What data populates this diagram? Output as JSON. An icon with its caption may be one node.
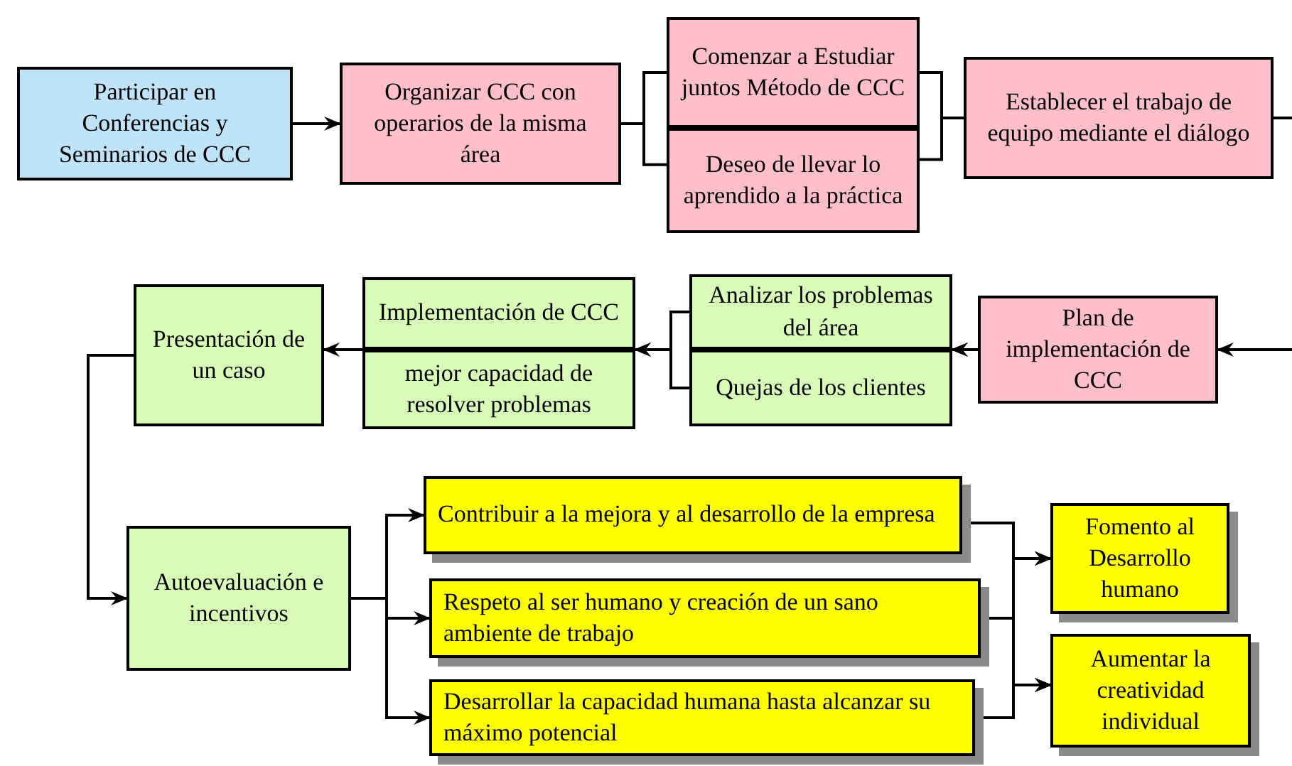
{
  "diagram": {
    "nodes": [
      {
        "text": [
          "Participar en Conferencias y Seminarios de CCC"
        ]
      },
      {
        "text": [
          "Organizar CCC con operarios de la misma área"
        ]
      },
      {
        "text": [
          "Comenzar a Estudiar juntos Método de CCC"
        ]
      },
      {
        "text": [
          "Deseo de llevar lo aprendido a la práctica"
        ]
      },
      {
        "text": [
          "Establecer el trabajo de equipo mediante el diálogo"
        ]
      },
      {
        "text": [
          "Plan de implementación de CCC"
        ]
      },
      {
        "text": [
          "Analizar los problemas del área"
        ]
      },
      {
        "text": [
          "Quejas de los clientes"
        ]
      },
      {
        "text": [
          "Implementación de CCC"
        ]
      },
      {
        "text": [
          "mejor capacidad de resolver problemas"
        ]
      },
      {
        "text": [
          "Presentación de un caso"
        ]
      },
      {
        "text": [
          "Autoevaluación e incentivos"
        ]
      },
      {
        "text": [
          "Contribuir a la mejora y al desarrollo de la empresa"
        ]
      },
      {
        "text": [
          "Respeto al ser humano y creación de un sano ambiente de trabajo"
        ]
      },
      {
        "text": [
          "Desarrollar la capacidad humana hasta alcanzar su máximo potencial"
        ]
      },
      {
        "text": [
          "Fomento al Desarrollo humano"
        ]
      },
      {
        "text": [
          "Aumentar la creatividad individual"
        ]
      }
    ],
    "edges": [
      {
        "from": 0,
        "to": 1,
        "arrow": "to"
      },
      {
        "from": 1,
        "to": 2,
        "arrow": "none"
      },
      {
        "from": 1,
        "to": 3,
        "arrow": "none"
      },
      {
        "from": 2,
        "to": 4,
        "arrow": "none"
      },
      {
        "from": 3,
        "to": 4,
        "arrow": "none"
      },
      {
        "from": 4,
        "to": null,
        "arrow": "none"
      },
      {
        "from": null,
        "to": 5,
        "arrow": "to"
      },
      {
        "from": 5,
        "to": 6,
        "arrow": "to"
      },
      {
        "from": 5,
        "to": 7,
        "arrow": "to"
      },
      {
        "from": 6,
        "to": 8,
        "arrow": "to"
      },
      {
        "from": 7,
        "to": 8,
        "arrow": "to"
      },
      {
        "from": 8,
        "to": 10,
        "arrow": "to"
      },
      {
        "from": 10,
        "to": 11,
        "arrow": "to"
      },
      {
        "from": 11,
        "to": 12,
        "arrow": "to"
      },
      {
        "from": 11,
        "to": 13,
        "arrow": "to"
      },
      {
        "from": 11,
        "to": 14,
        "arrow": "to"
      },
      {
        "from": 12,
        "to": 15,
        "arrow": "to"
      },
      {
        "from": 13,
        "to": 15,
        "arrow": "to"
      },
      {
        "from": 14,
        "to": 15,
        "arrow": "to"
      },
      {
        "from": 12,
        "to": 16,
        "arrow": "to"
      },
      {
        "from": 13,
        "to": 16,
        "arrow": "to"
      },
      {
        "from": 14,
        "to": 16,
        "arrow": "to"
      }
    ]
  }
}
